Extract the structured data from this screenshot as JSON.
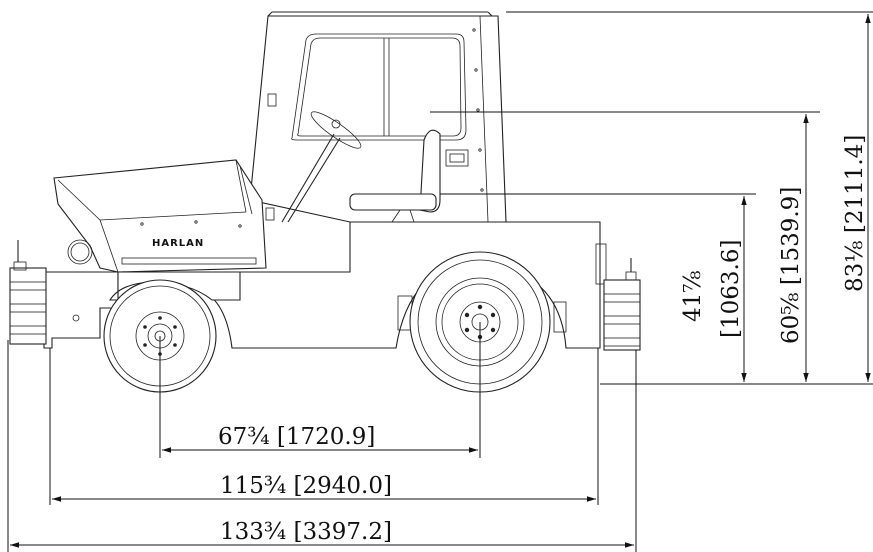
{
  "brand_text": "HARLAN",
  "dimensions": {
    "wheelbase": "67¾ [1720.9]",
    "overall_length": "115¾ [2940.0]",
    "length_with_hitches": "133¾ [3397.2]",
    "height_seat": "41⅞ [1063.6]",
    "height_seat_in": "41⅞",
    "height_seat_mm": "[1063.6]",
    "height_steering": "60⅝ [1539.9]",
    "height_cab": "83⅛ [2111.4]"
  }
}
